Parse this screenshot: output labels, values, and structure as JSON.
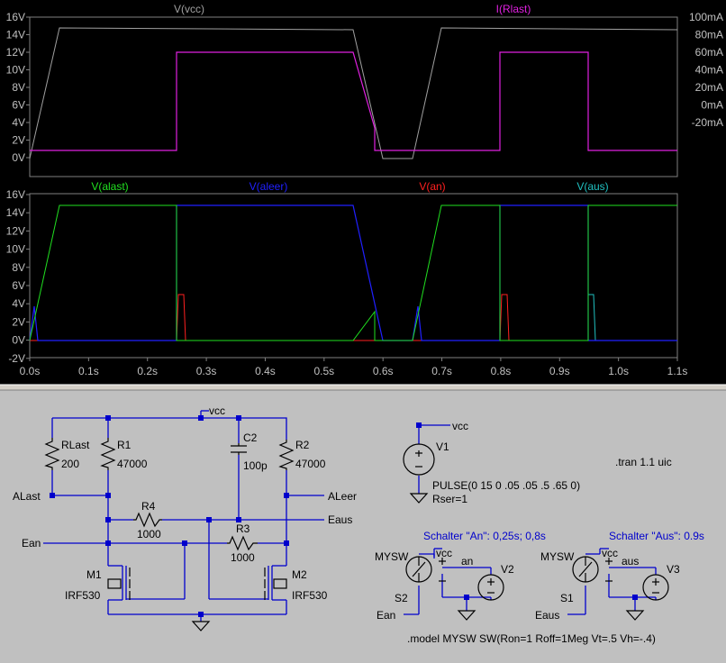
{
  "waveform": {
    "top_pane": {
      "traces": [
        {
          "name": "V(vcc)",
          "color": "#a0a0a0"
        },
        {
          "name": "I(Rlast)",
          "color": "#e020e0"
        }
      ],
      "left_ticks": [
        "16V",
        "14V",
        "12V",
        "10V",
        "8V",
        "6V",
        "4V",
        "2V",
        "0V"
      ],
      "right_ticks": [
        "100mA",
        "80mA",
        "60mA",
        "40mA",
        "20mA",
        "0mA",
        "-20mA"
      ]
    },
    "bottom_pane": {
      "traces": [
        {
          "name": "V(alast)",
          "color": "#20e020"
        },
        {
          "name": "V(aleer)",
          "color": "#2020ff"
        },
        {
          "name": "V(an)",
          "color": "#ff2020"
        },
        {
          "name": "V(aus)",
          "color": "#20c0c0"
        }
      ],
      "left_ticks": [
        "16V",
        "14V",
        "12V",
        "10V",
        "8V",
        "6V",
        "4V",
        "2V",
        "0V",
        "-2V"
      ]
    },
    "time_ticks": [
      "0.0s",
      "0.1s",
      "0.2s",
      "0.3s",
      "0.4s",
      "0.5s",
      "0.6s",
      "0.7s",
      "0.8s",
      "0.9s",
      "1.0s",
      "1.1s"
    ]
  },
  "schematic": {
    "nets": {
      "vcc": "vcc",
      "alast": "ALast",
      "aleer": "ALeer",
      "eaus": "Eaus",
      "ean": "Ean",
      "vcc2": "vcc",
      "an": "an",
      "ean2": "Ean",
      "vcc3": "vcc",
      "aus": "aus",
      "eaus2": "Eaus",
      "vcc_src": "vcc"
    },
    "components": {
      "rlast_name": "RLast",
      "rlast_value": "200",
      "r1_name": "R1",
      "r1_value": "47000",
      "c2_name": "C2",
      "c2_value": "100p",
      "r2_name": "R2",
      "r2_value": "47000",
      "r4_name": "R4",
      "r4_value": "1000",
      "r3_name": "R3",
      "r3_value": "1000",
      "m1_name": "M1",
      "m1_value": "IRF530",
      "m2_name": "M2",
      "m2_value": "IRF530",
      "v1_name": "V1",
      "v1_value": "PULSE(0 15 0 .05 .05 .5 .65 0)",
      "v1_rser": "Rser=1",
      "v2_name": "V2",
      "v3_name": "V3",
      "s2_name": "S2",
      "s2_model": "MYSW",
      "s1_name": "S1",
      "s1_model": "MYSW"
    },
    "directives": {
      "tran": ".tran 1.1 uic",
      "model": ".model MYSW SW(Ron=1 Roff=1Meg Vt=.5 Vh=-.4)"
    },
    "comments": {
      "schalter_an": "Schalter \"An\": 0,25s; 0,8s",
      "schalter_aus": "Schalter \"Aus\": 0.9s"
    }
  }
}
